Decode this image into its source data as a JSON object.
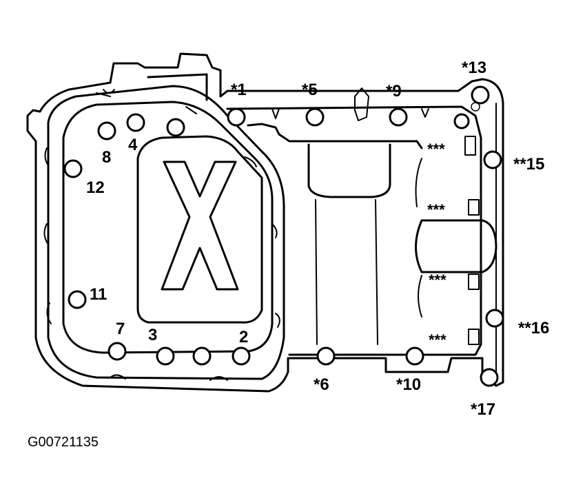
{
  "diagram": {
    "labels": {
      "b1": "*1",
      "b2": "2",
      "b3": "3",
      "b4": "4",
      "b5": "*5",
      "b6": "*6",
      "b7": "7",
      "b8": "8",
      "b9": "*9",
      "b10": "*10",
      "b11": "11",
      "b12": "12",
      "b13": "*13",
      "b15": "**15",
      "b16": "**16",
      "b17": "*17",
      "star1": "***",
      "star2": "***",
      "star3": "***",
      "star4": "***"
    },
    "caption": "G00721135",
    "colors": {
      "ink": "#000000",
      "paper": "#ffffff"
    }
  }
}
